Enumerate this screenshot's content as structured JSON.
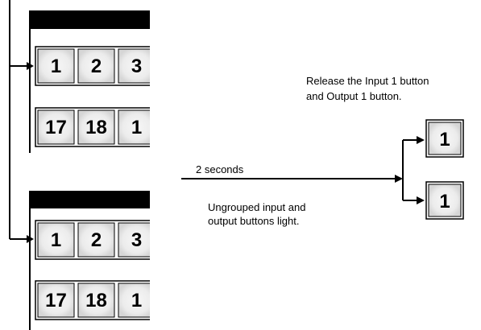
{
  "panel_top": {
    "input_buttons": [
      "1",
      "2",
      "3"
    ],
    "output_buttons": [
      "17",
      "18",
      "1"
    ]
  },
  "panel_bottom": {
    "input_buttons": [
      "1",
      "2",
      "3"
    ],
    "output_buttons": [
      "17",
      "18",
      "1"
    ]
  },
  "timing_label": "2 seconds",
  "timing_note": [
    "Ungrouped input and",
    "output buttons light."
  ],
  "release_note": [
    "Release the Input 1 button",
    "and Output 1 button."
  ],
  "result_buttons": {
    "input": "1",
    "output": "1"
  }
}
